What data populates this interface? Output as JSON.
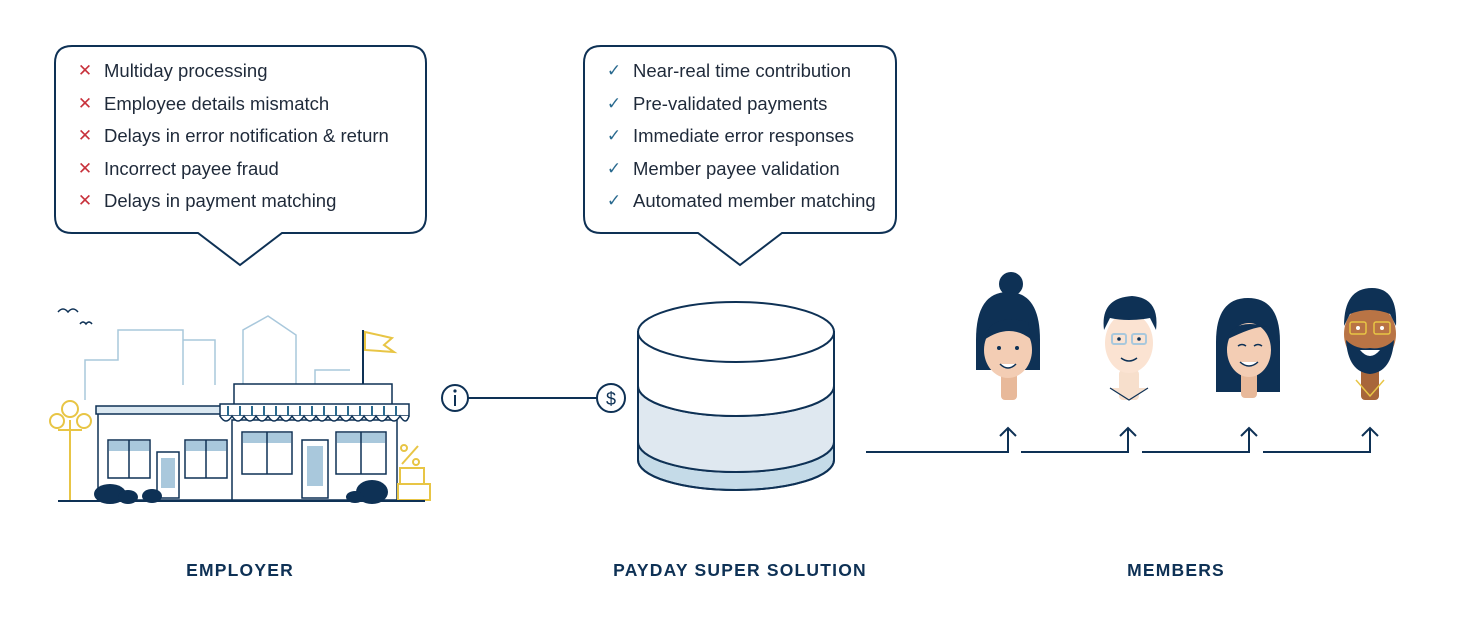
{
  "employer_bubble": {
    "items": [
      {
        "text": "Multiday processing",
        "icon": "cross-icon"
      },
      {
        "text": "Employee details mismatch",
        "icon": "cross-icon"
      },
      {
        "text": "Delays in error notification & return",
        "icon": "cross-icon"
      },
      {
        "text": "Incorrect payee fraud",
        "icon": "cross-icon"
      },
      {
        "text": "Delays in payment matching",
        "icon": "cross-icon"
      }
    ]
  },
  "solution_bubble": {
    "items": [
      {
        "text": "Near-real time contribution",
        "icon": "check-icon"
      },
      {
        "text": "Pre-validated payments",
        "icon": "check-icon"
      },
      {
        "text": "Immediate error responses",
        "icon": "check-icon"
      },
      {
        "text": "Member payee validation",
        "icon": "check-icon"
      },
      {
        "text": "Automated member matching",
        "icon": "check-icon"
      }
    ]
  },
  "labels": {
    "employer": "EMPLOYER",
    "solution": "PAYDAY SUPER SOLUTION",
    "members": "MEMBERS"
  },
  "glyphs": {
    "cross": "✕",
    "check": "✓"
  },
  "connector": {
    "left_icon": "info-icon",
    "right_icon": "dollar-icon"
  },
  "colors": {
    "navy": "#0e3155",
    "light_blue": "#a9c8dc",
    "gold": "#e8c545",
    "cross_red": "#c8323c",
    "check_blue": "#2a6a8f"
  }
}
